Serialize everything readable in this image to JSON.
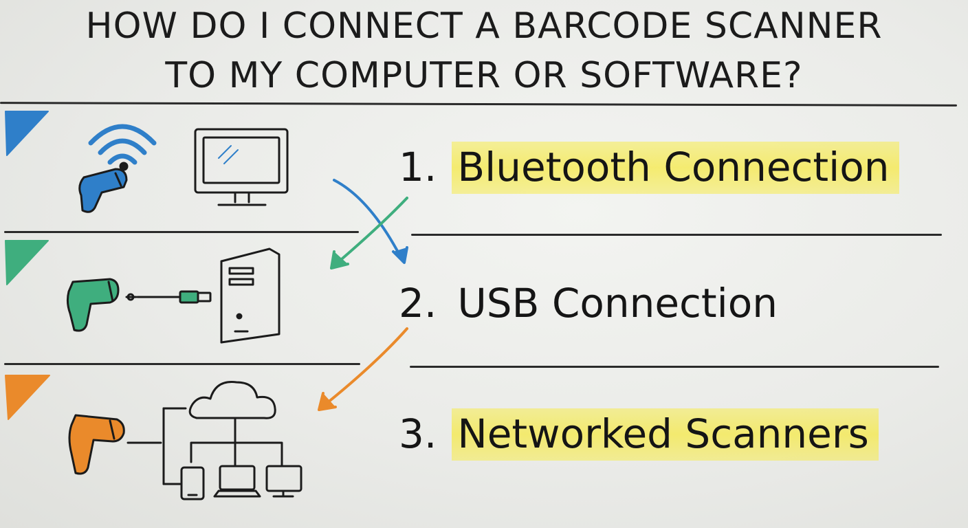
{
  "title": {
    "line1": "HOW DO I CONNECT A BARCODE SCANNER",
    "line2": "TO MY COMPUTER OR SOFTWARE?"
  },
  "steps": [
    {
      "number": "1.",
      "label": "Bluetooth Connection",
      "highlighted": true,
      "accent": "#2f7fc9",
      "icons": [
        "barcode-scanner-icon",
        "wifi-signal-icon",
        "monitor-icon"
      ]
    },
    {
      "number": "2.",
      "label": "USB Connection",
      "highlighted": false,
      "accent": "#3fae7e",
      "icons": [
        "barcode-scanner-icon",
        "usb-cable-icon",
        "desktop-tower-icon"
      ]
    },
    {
      "number": "3.",
      "label": "Networked Scanners",
      "highlighted": true,
      "accent": "#ea8a2b",
      "icons": [
        "barcode-scanner-icon",
        "network-tree-icon",
        "cloud-icon",
        "phone-icon",
        "laptop-icon",
        "monitor-icon"
      ]
    }
  ],
  "colors": {
    "highlight": "#f6e946",
    "ink": "#1b1b1b",
    "blue": "#2f7fc9",
    "green": "#3fae7e",
    "orange": "#ea8a2b"
  }
}
